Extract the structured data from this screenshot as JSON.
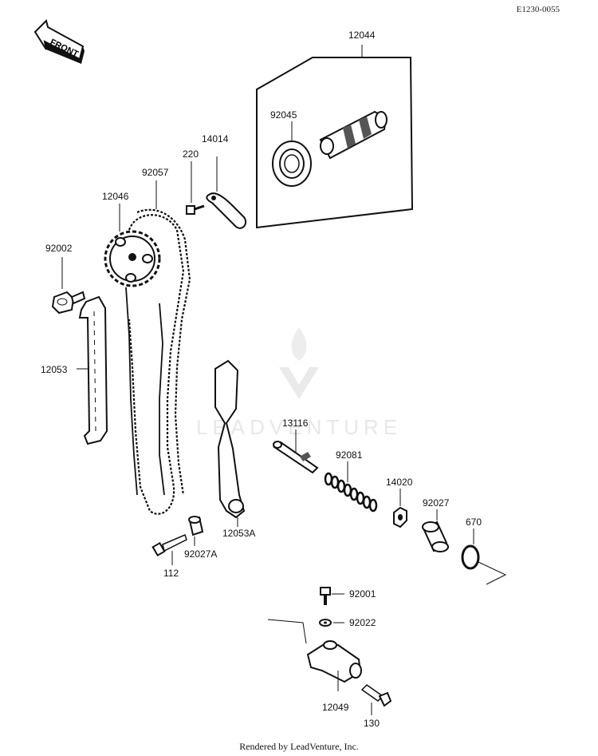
{
  "diagram_code": "E1230-0055",
  "front_arrow_text": "FRONT",
  "watermark": "LEADVENTURE",
  "footer": "Rendered by LeadVenture, Inc.",
  "parts": {
    "p12044": "12044",
    "p92045": "92045",
    "p14014": "14014",
    "p220": "220",
    "p92057": "92057",
    "p12046": "12046",
    "p92002": "92002",
    "p12053": "12053",
    "p12053A": "12053A",
    "p13116": "13116",
    "p92081": "92081",
    "p14020": "14020",
    "p92027": "92027",
    "p670": "670",
    "p112": "112",
    "p92027A": "92027A",
    "p92001": "92001",
    "p92022": "92022",
    "p12049": "12049",
    "p130": "130"
  }
}
